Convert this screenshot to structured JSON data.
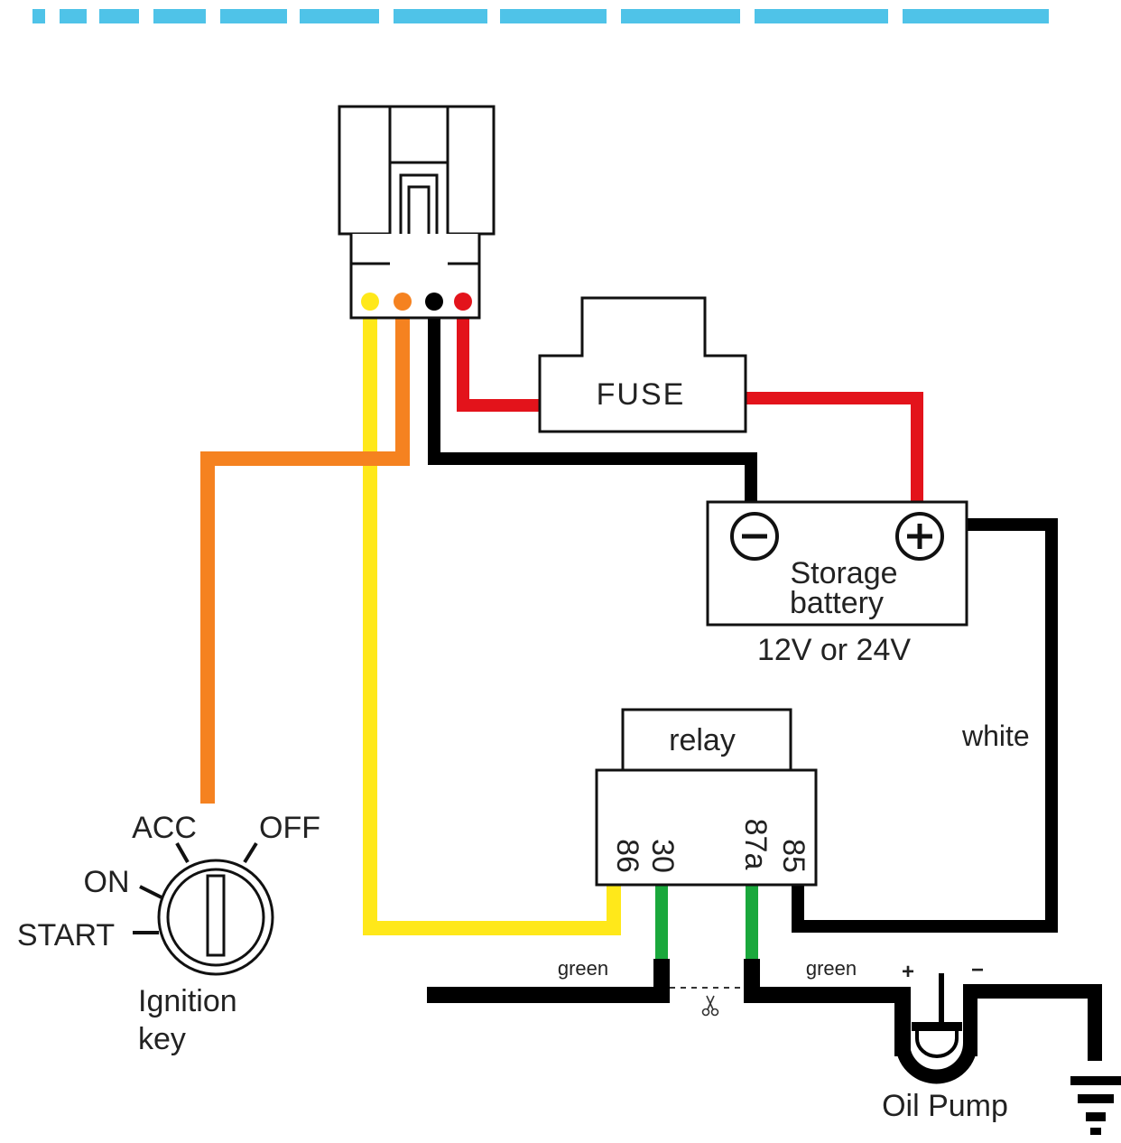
{
  "labels": {
    "fuse": "FUSE",
    "battery_line1": "Storage",
    "battery_line2": "battery",
    "battery_voltage": "12V or 24V",
    "relay": "relay",
    "pin_86": "86",
    "pin_30": "30",
    "pin_87a": "87a",
    "pin_85": "85",
    "white": "white",
    "green_left": "green",
    "green_right": "green",
    "acc": "ACC",
    "off": "OFF",
    "on": "ON",
    "start": "START",
    "ignition_line1": "Ignition",
    "ignition_line2": "key",
    "oil_pump": "Oil Pump",
    "pump_plus": "+",
    "pump_minus": "−",
    "battery_minus": "−",
    "battery_plus": "+"
  },
  "colors": {
    "header_dashes": "#4fc3e8",
    "wire_yellow": "#ffe81a",
    "wire_orange": "#f58220",
    "wire_black": "#000000",
    "wire_red": "#e3131b",
    "wire_green": "#1aa83c",
    "outline": "#111111"
  },
  "icons": {
    "cut_point": "scissors-icon",
    "ground": "ground-icon",
    "battery_minus": "minus-circle-icon",
    "battery_plus": "plus-circle-icon"
  }
}
